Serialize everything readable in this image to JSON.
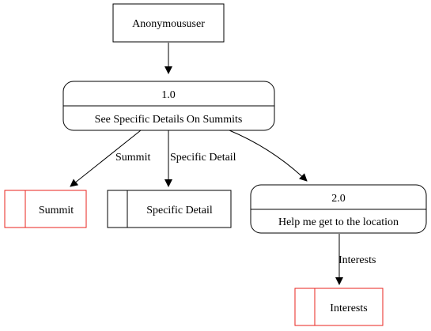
{
  "colors": {
    "ink": "#000000",
    "datastore_red": "#e8231d",
    "background": "#ffffff"
  },
  "diagram": {
    "nodes": {
      "entity": {
        "label": "Anonymoususer"
      },
      "process_1": {
        "id": "1.0",
        "label": "See Specific Details On Summits"
      },
      "process_2": {
        "id": "2.0",
        "label": "Help me get to the location"
      },
      "store_summit": {
        "label": "Summit"
      },
      "store_specific_detail": {
        "label": "Specific Detail"
      },
      "store_interests": {
        "label": "Interests"
      }
    },
    "edges": {
      "to_summit": {
        "label": "Summit"
      },
      "to_specific_detail": {
        "label": "Specific Detail"
      },
      "to_interests": {
        "label": "Interests"
      }
    }
  }
}
